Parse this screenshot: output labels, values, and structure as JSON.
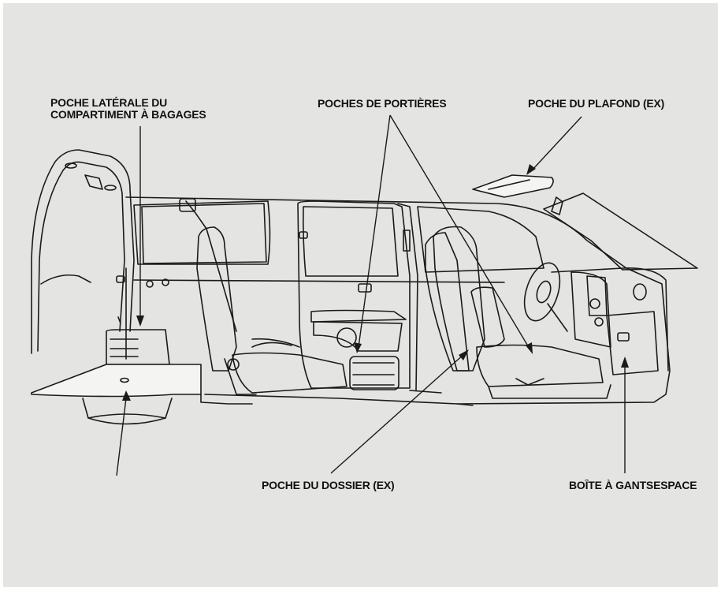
{
  "labels": {
    "cargo_side_pocket_line1": "POCHE LATÉRALE DU",
    "cargo_side_pocket_line2": "COMPARTIMENT À BAGAGES",
    "door_pockets": "POCHES DE PORTIÈRES",
    "ceiling_pocket": "POCHE DU PLAFOND (EX)",
    "seatback_pocket": "POCHE DU DOSSIER (EX)",
    "glovebox": "BOÎTE À GANTSESPACE"
  },
  "colors": {
    "background": "#e4e5e3",
    "line": "#1a1a1a",
    "fill_light": "#f4f4f2"
  }
}
